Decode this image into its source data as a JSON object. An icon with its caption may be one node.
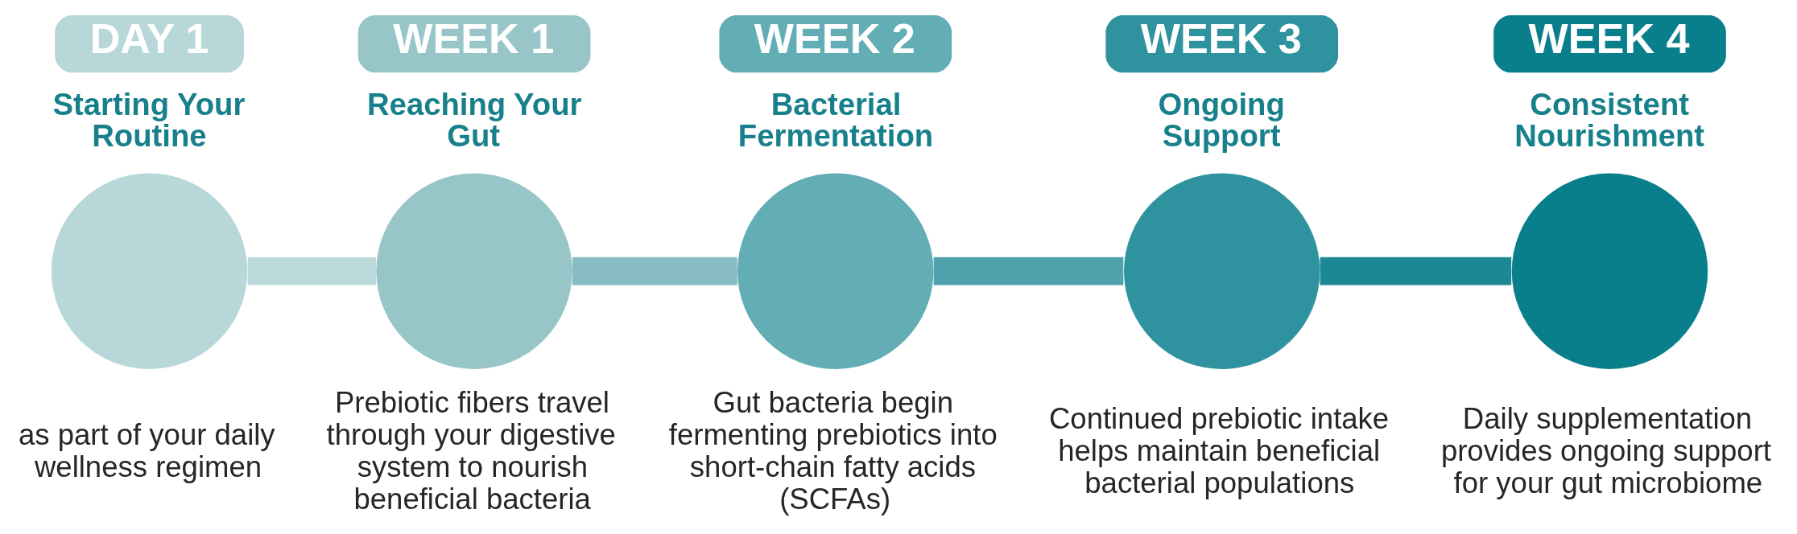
{
  "diagram": {
    "nodes": [
      {
        "text": [
          "DAY 1"
        ]
      },
      {
        "text": [],
        "shape": "circle",
        "beside": [
          "Starting Your Routine",
          "as part of your daily wellness regimen"
        ]
      },
      {
        "text": [
          "WEEK 1"
        ]
      },
      {
        "text": [],
        "shape": "circle",
        "beside": [
          "Reaching Your Gut",
          "Prebiotic fibers travel through your digestive system to nourish beneficial bacteria"
        ]
      },
      {
        "text": [
          "WEEK 2"
        ]
      },
      {
        "text": [],
        "shape": "circle",
        "beside": [
          "Bacterial Fermentation",
          "Gut bacteria begin fermenting prebiotics into short-chain fatty acids (SCFAs)"
        ]
      },
      {
        "text": [
          "WEEK 3"
        ]
      },
      {
        "text": [],
        "shape": "circle",
        "beside": [
          "Ongoing Support",
          "Continued prebiotic intake helps maintain beneficial bacterial populations"
        ]
      },
      {
        "text": [
          "WEEK 4"
        ]
      },
      {
        "text": [],
        "shape": "circle",
        "beside": [
          "Consistent Nourishment",
          "Daily supplementation provides ongoing support for your gut microbiome"
        ]
      }
    ],
    "edges": [
      {
        "from": 1,
        "to": 3,
        "arrow": "none",
        "color": "#bcdadc"
      },
      {
        "from": 3,
        "to": 5,
        "arrow": "none",
        "color": "#86bcc2"
      },
      {
        "from": 5,
        "to": 7,
        "arrow": "none",
        "color": "#4ea2ab"
      },
      {
        "from": 7,
        "to": 9,
        "arrow": "none",
        "color": "#1e8794"
      }
    ]
  }
}
